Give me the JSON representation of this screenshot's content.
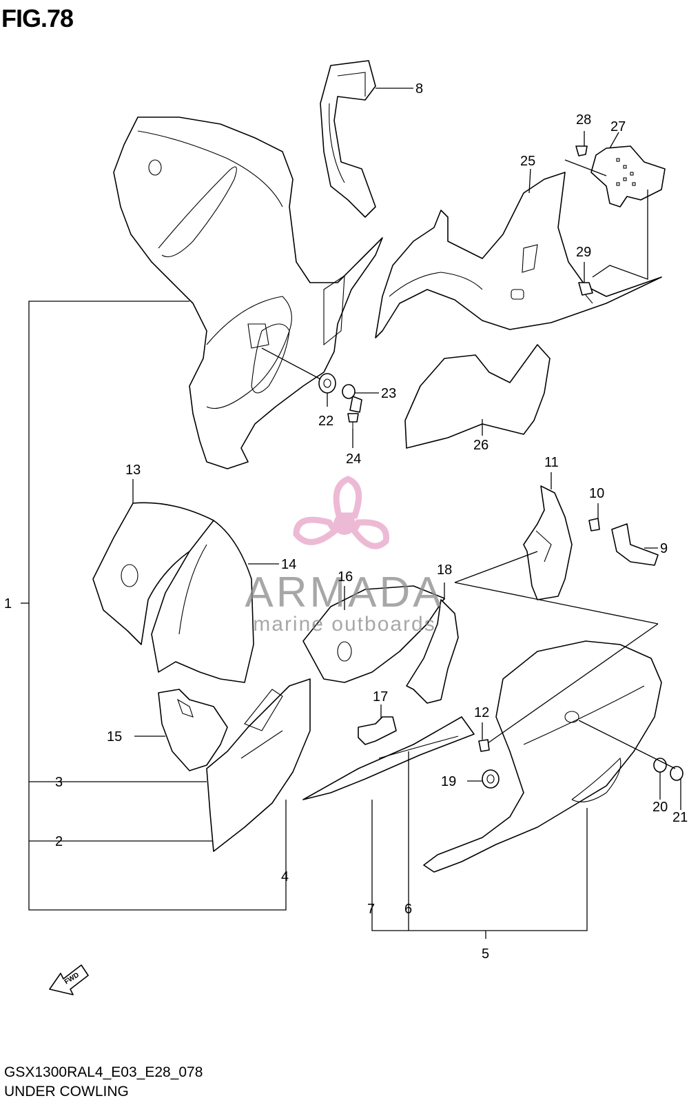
{
  "figure": {
    "title": "FIG.78"
  },
  "footer": {
    "code": "GSX1300RAL4_E03_E28_078",
    "name": "UNDER COWLING"
  },
  "direction_indicator": {
    "label": "FWD",
    "icon": "fwd-arrow-icon"
  },
  "watermark": {
    "brand": "ARMADA",
    "tagline": "marine outboards",
    "icon": "propeller-logo-icon",
    "color": "#e7a3c8"
  },
  "callouts": {
    "c1": "1",
    "c2": "2",
    "c3": "3",
    "c4": "4",
    "c5": "5",
    "c6": "6",
    "c7": "7",
    "c8": "8",
    "c9": "9",
    "c10": "10",
    "c11": "11",
    "c12": "12",
    "c13": "13",
    "c14": "14",
    "c15": "15",
    "c16": "16",
    "c17": "17",
    "c18": "18",
    "c19": "19",
    "c20": "20",
    "c21": "21",
    "c22": "22",
    "c23": "23",
    "c24": "24",
    "c25": "25",
    "c26": "26",
    "c27": "27",
    "c28": "28",
    "c29": "29"
  }
}
